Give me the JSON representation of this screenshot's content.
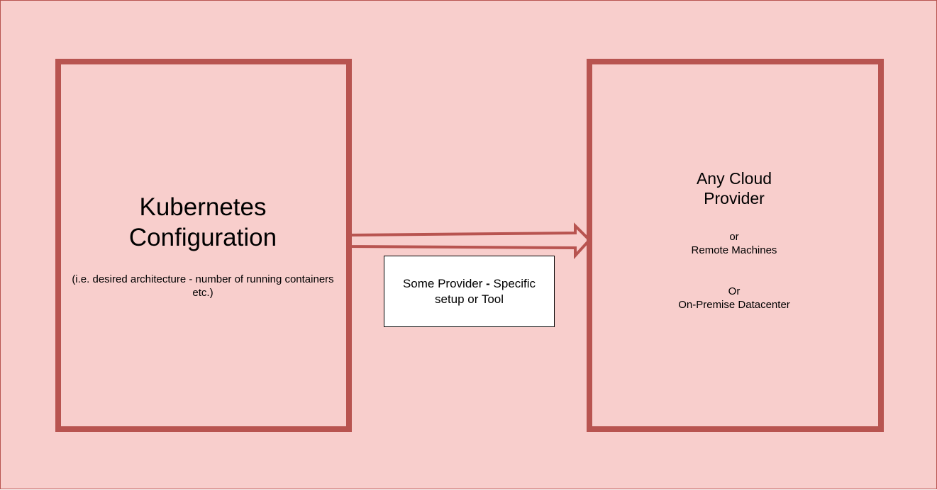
{
  "colors": {
    "background": "#f8cecc",
    "stroke": "#b85450",
    "label_box_fill": "#ffffff",
    "label_box_stroke": "#000000",
    "text": "#000000"
  },
  "left_box": {
    "title_line1": "Kubernetes",
    "title_line2": "Configuration",
    "subtitle": "(i.e. desired architecture - number of running containers etc.)"
  },
  "right_box": {
    "title_line1": "Any Cloud",
    "title_line2": "Provider",
    "option_or_1": "or",
    "option_remote": "Remote Machines",
    "option_or_2": "Or",
    "option_onprem": "On-Premise Datacenter"
  },
  "connector": {
    "type": "double-line arrow",
    "direction": "left-to-right",
    "label_part1": "Some Provider ",
    "label_dash": "-",
    "label_part2": " Specific setup or Tool"
  }
}
